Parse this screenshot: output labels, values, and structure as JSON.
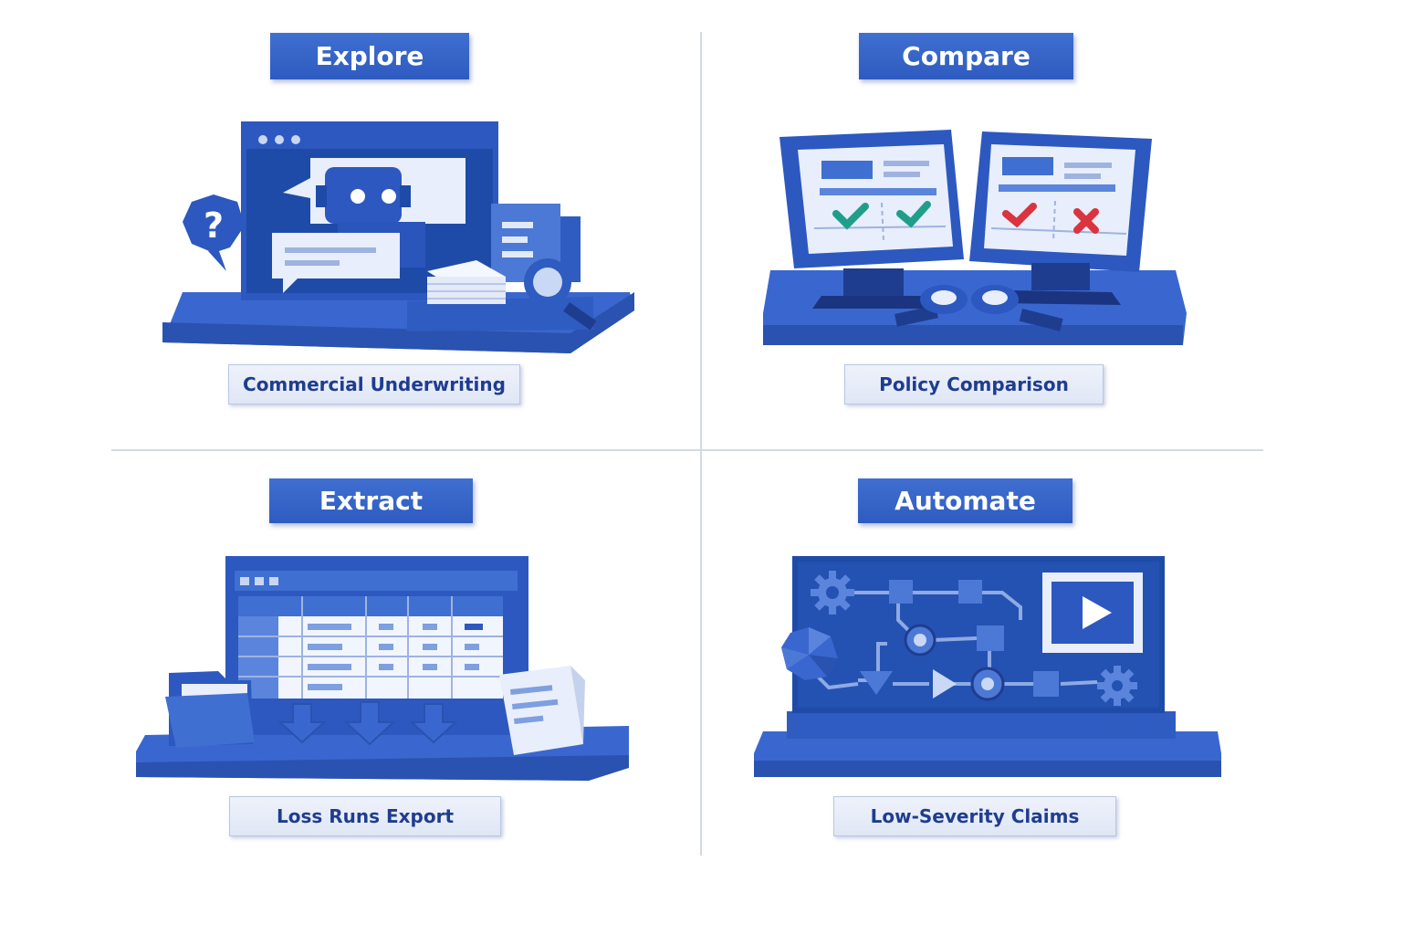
{
  "panels": [
    {
      "title": "Explore",
      "caption": "Commercial Underwriting"
    },
    {
      "title": "Compare",
      "caption": "Policy Comparison"
    },
    {
      "title": "Extract",
      "caption": "Loss Runs Export"
    },
    {
      "title": "Automate",
      "caption": "Low-Severity Claims"
    }
  ],
  "icons": {
    "explore": [
      "browser-window-icon",
      "chatbot-icon",
      "question-icon",
      "document-stack-icon",
      "magnifier-icon"
    ],
    "compare": [
      "monitor-left-icon",
      "monitor-right-icon",
      "checkmark-icon",
      "cross-icon",
      "link-icon"
    ],
    "extract": [
      "spreadsheet-window-icon",
      "download-arrow-icon",
      "folder-icon",
      "document-icon"
    ],
    "automate": [
      "workflow-board-icon",
      "gear-icon",
      "play-video-icon",
      "pie-icon"
    ]
  },
  "colors": {
    "primary": "#2e5bc0",
    "dark": "#1f3d8f",
    "light": "#dfe6f5",
    "check": "#1f9e8a",
    "cross": "#d9343f"
  }
}
